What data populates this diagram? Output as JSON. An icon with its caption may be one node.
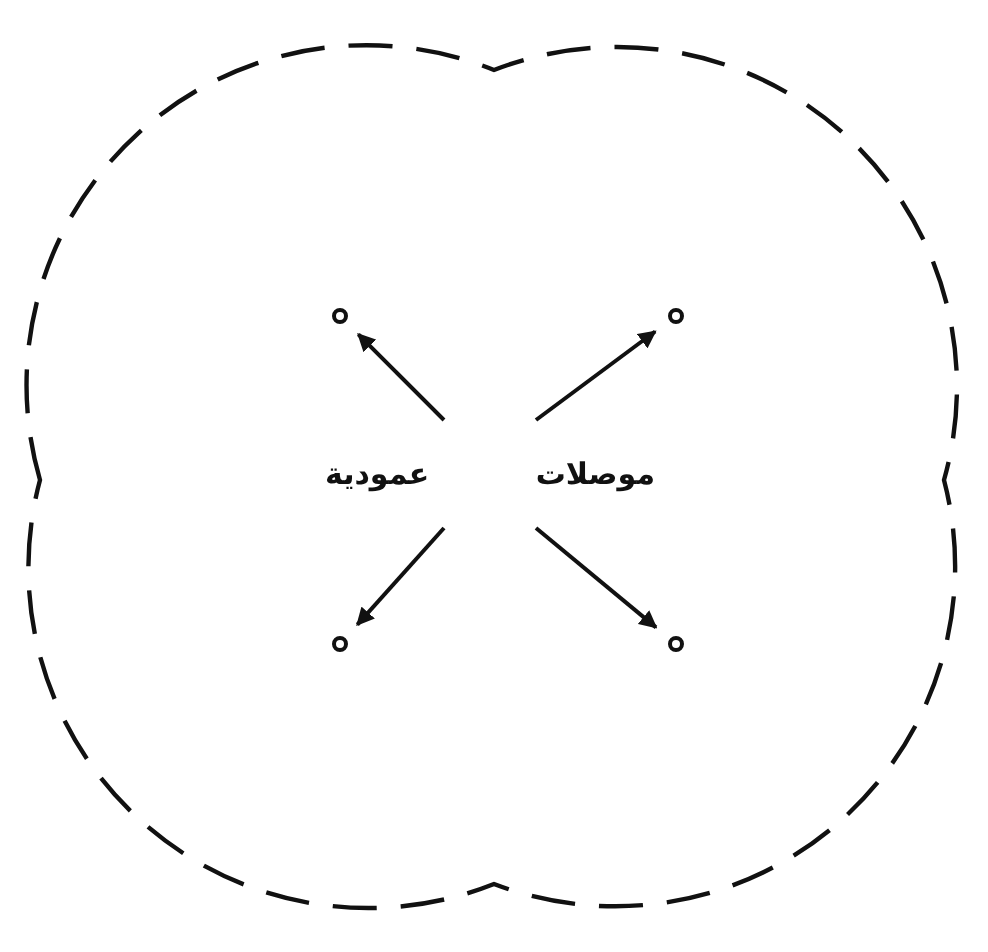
{
  "diagram": {
    "nodes": [
      {
        "text": [
          "موصلات عمودية"
        ]
      },
      {
        "text": [],
        "shape": "circle"
      },
      {
        "text": [],
        "shape": "circle"
      },
      {
        "text": [],
        "shape": "circle"
      },
      {
        "text": [],
        "shape": "circle"
      }
    ],
    "edges": [
      {
        "from": 0,
        "to": 1,
        "arrow": "to"
      },
      {
        "from": 0,
        "to": 2,
        "arrow": "to"
      },
      {
        "from": 0,
        "to": 3,
        "arrow": "to"
      },
      {
        "from": 0,
        "to": 4,
        "arrow": "to"
      }
    ]
  }
}
